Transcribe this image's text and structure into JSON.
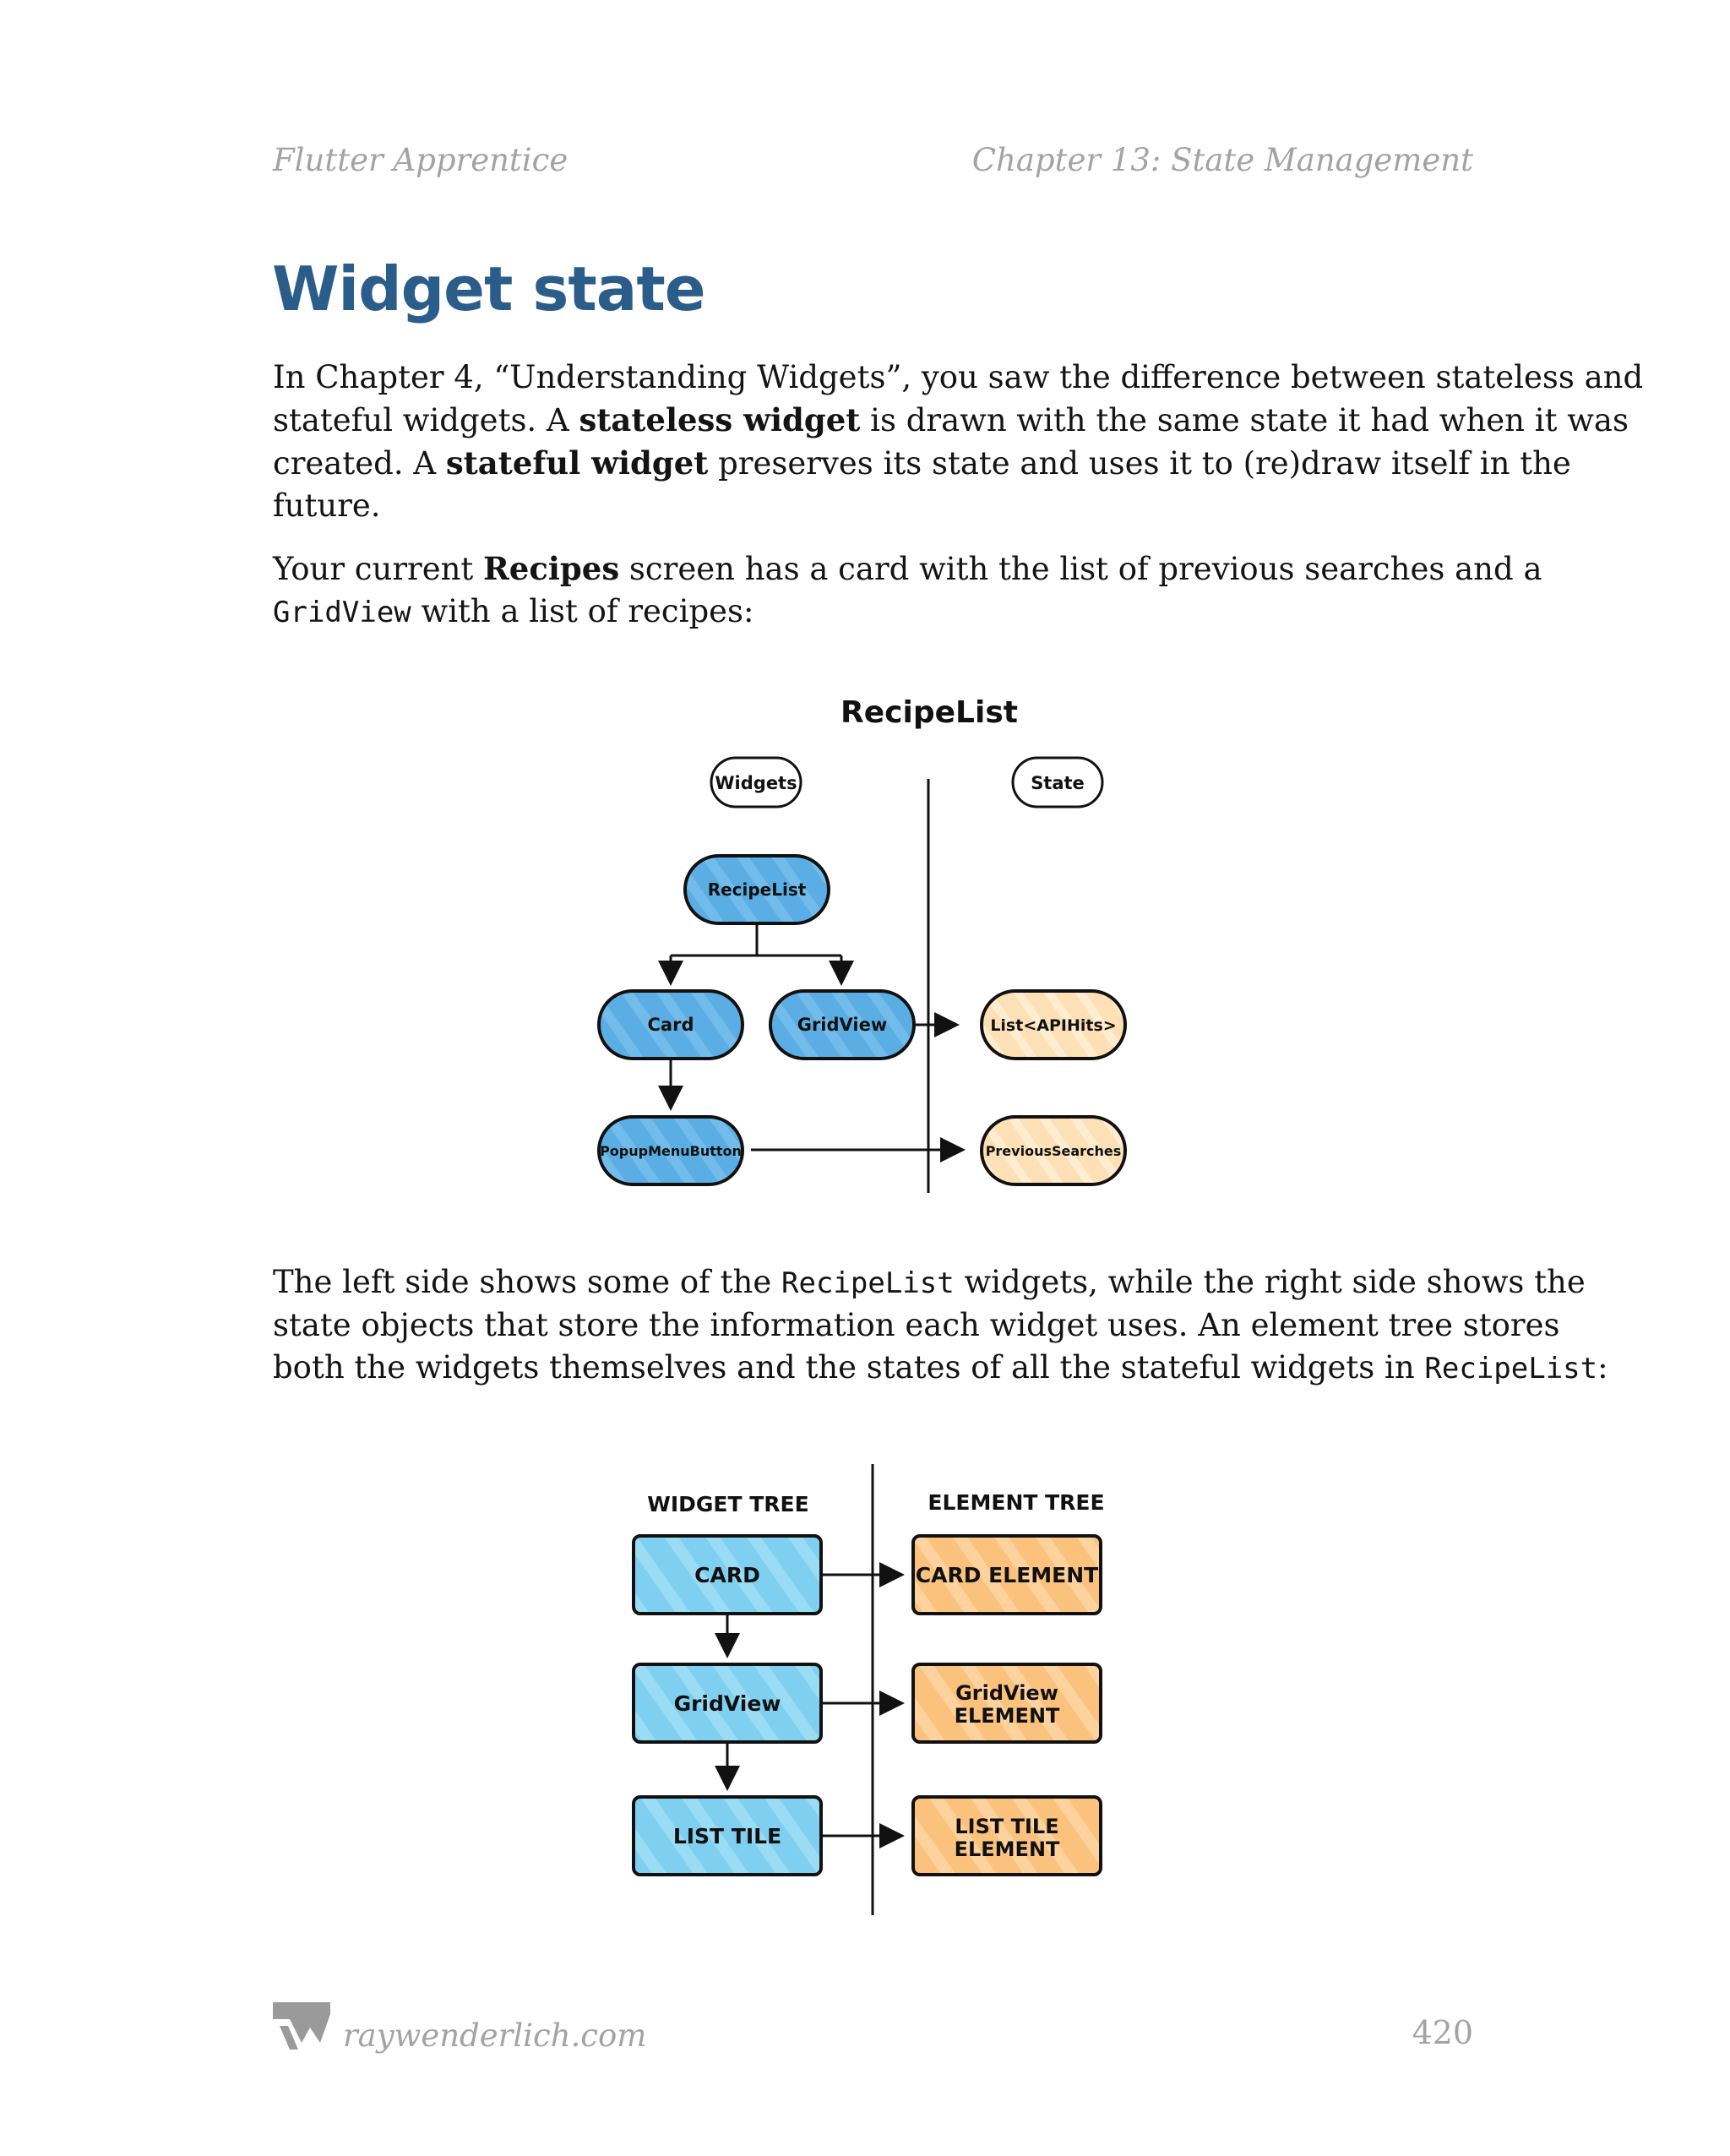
{
  "header": {
    "book_title": "Flutter Apprentice",
    "chapter_title": "Chapter 13: State Management"
  },
  "section": {
    "title": "Widget state"
  },
  "paragraphs": {
    "p1": {
      "l1": "In Chapter 4, “Understanding Widgets”, you saw the difference between stateless and",
      "l2a": "stateful widgets. A ",
      "l2b": "stateless widget",
      "l2c": " is drawn with the same state it had when it was",
      "l3a": "created. A ",
      "l3b": "stateful widget",
      "l3c": " preserves its state and uses it to (re)draw itself in the",
      "l4": "future."
    },
    "p2": {
      "l1a": "Your current ",
      "l1b": "Recipes",
      "l1c": " screen has a card with the list of previous searches and a",
      "l2a": "GridView",
      "l2b": " with a list of recipes:"
    },
    "p3": {
      "l1a": "The left side shows some of the ",
      "l1b": "RecipeList",
      "l1c": " widgets, while the right side shows the",
      "l2": "state objects that store the information each widget uses. An element tree stores",
      "l3a": "both the widgets themselves and the states of all the stateful widgets in ",
      "l3b": "RecipeList",
      "l3c": ":"
    }
  },
  "diagram_recipelist": {
    "title": "RecipeList",
    "col_widgets": "Widgets",
    "col_state": "State",
    "node_recipelist": "RecipeList",
    "node_card": "Card",
    "node_gridview": "GridView",
    "node_popup": "PopupMenuButton",
    "state_list": "List<APIHits>",
    "state_previous": "PreviousSearches"
  },
  "diagram_trees": {
    "col_widget_tree": "WIDGET TREE",
    "col_element_tree": "ELEMENT TREE",
    "w_card": "CARD",
    "w_gridview": "GridView",
    "w_listtile": "LIST TILE",
    "e_card": "CARD ELEMENT",
    "e_gridview_1": "GridView",
    "e_gridview_2": "ELEMENT",
    "e_listtile_1": "LIST TILE",
    "e_listtile_2": "ELEMENT"
  },
  "colors": {
    "title_blue": "#2b5d8a",
    "widget_blue": "#5aaee3",
    "widget_blue_light": "#7fd0f0",
    "state_peach": "#fde0b5",
    "element_orange": "#fbc27e",
    "muted_gray": "#a3a3a3"
  },
  "footer": {
    "site": "raywenderlich.com",
    "page_number": "420",
    "logo_icon": "raywenderlich-logo-icon"
  }
}
